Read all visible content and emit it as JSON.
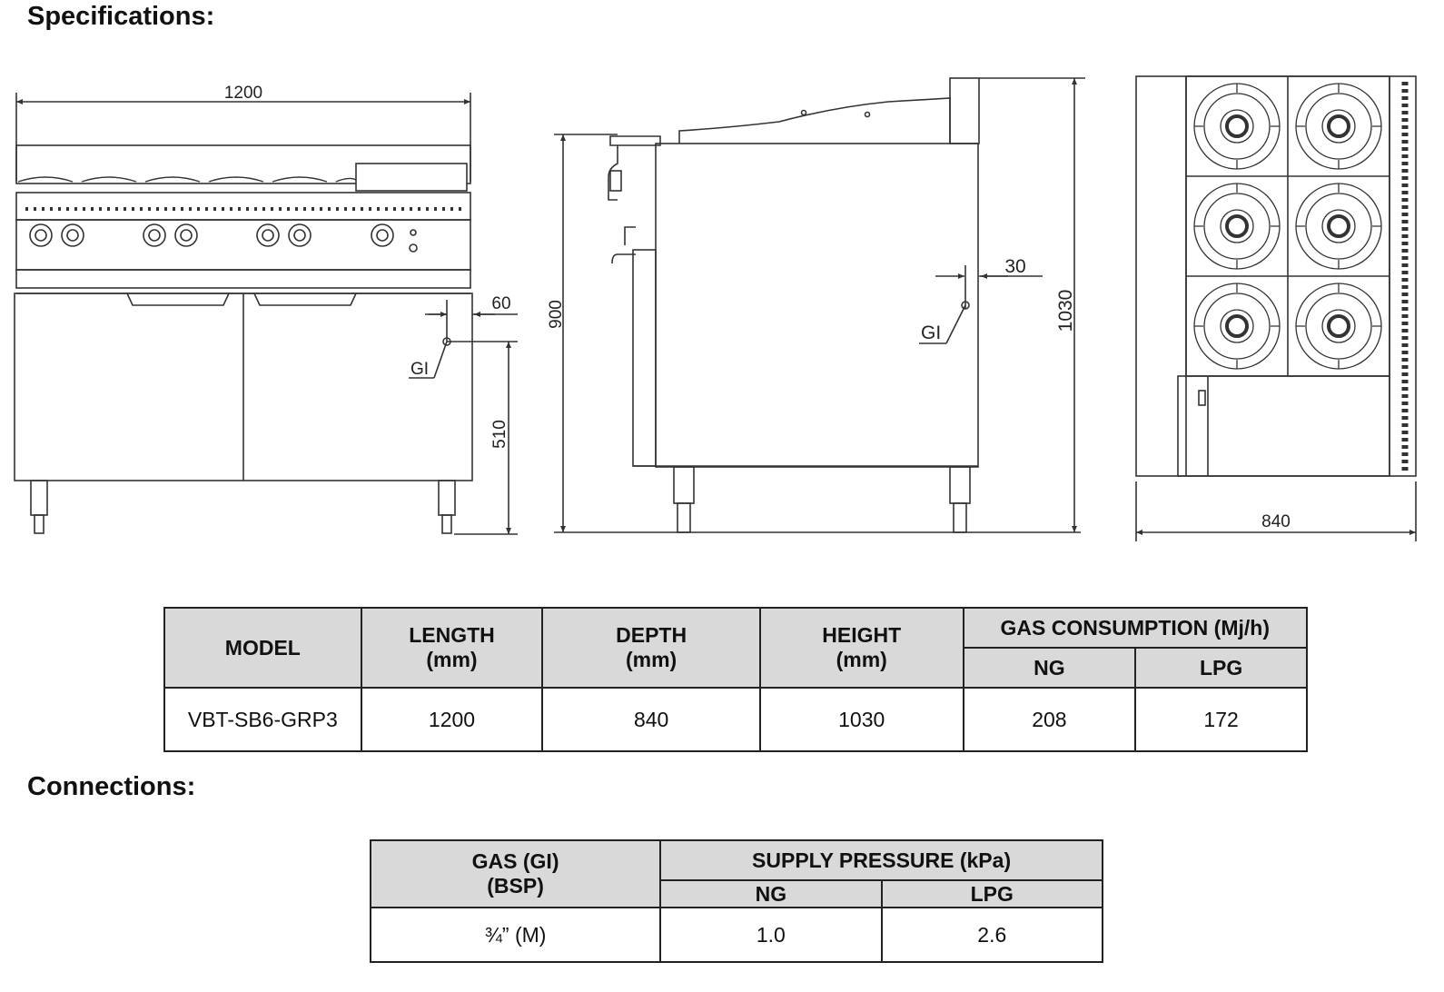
{
  "headings": {
    "specifications": "Specifications:",
    "connections": "Connections:"
  },
  "drawing": {
    "front_view": {
      "width_dim": "1200",
      "gas_offset_dim": "60",
      "gas_height_dim": "510",
      "gas_label": "GI"
    },
    "side_view": {
      "body_height_dim": "900",
      "total_height_dim": "1030",
      "gas_offset_dim": "30",
      "gas_label": "GI"
    },
    "top_view": {
      "depth_dim": "840"
    }
  },
  "spec_table": {
    "headers": {
      "model": "MODEL",
      "length": "LENGTH",
      "length_unit": "(mm)",
      "depth": "DEPTH",
      "depth_unit": "(mm)",
      "height": "HEIGHT",
      "height_unit": "(mm)",
      "gas": "GAS CONSUMPTION (Mj/h)",
      "ng": "NG",
      "lpg": "LPG"
    },
    "rows": [
      {
        "model": "VBT-SB6-GRP3",
        "length": "1200",
        "depth": "840",
        "height": "1030",
        "ng": "208",
        "lpg": "172"
      }
    ]
  },
  "connections_table": {
    "headers": {
      "gas": "GAS (GI)",
      "gas_unit": "(BSP)",
      "pressure": "SUPPLY PRESSURE (kPa)",
      "ng": "NG",
      "lpg": "LPG"
    },
    "rows": [
      {
        "gas": "¾” (M)",
        "ng": "1.0",
        "lpg": "2.6"
      }
    ]
  }
}
